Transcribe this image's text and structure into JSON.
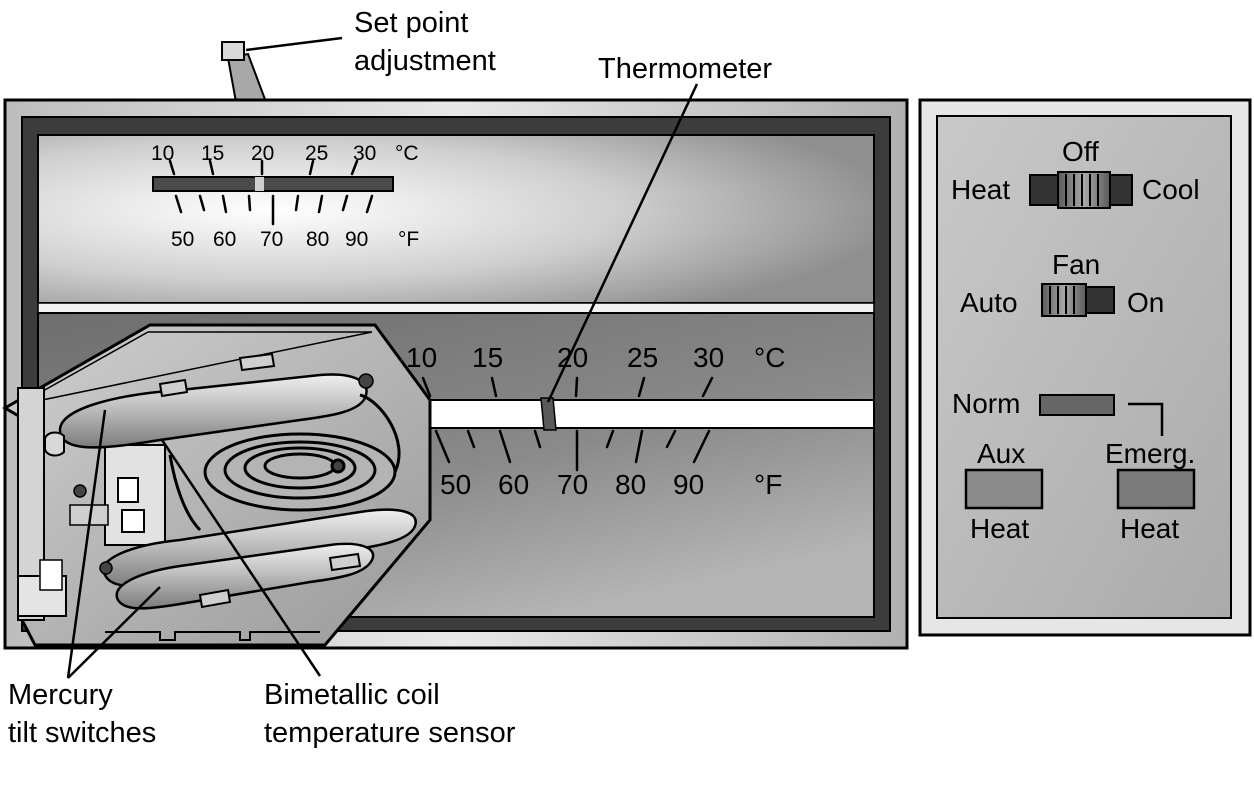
{
  "callouts": {
    "set_point": [
      "Set point",
      "adjustment"
    ],
    "thermometer": "Thermometer",
    "mercury": [
      "Mercury",
      "tilt switches"
    ],
    "bimetallic": [
      "Bimetallic coil",
      "temperature sensor"
    ]
  },
  "setpoint_scale": {
    "celsius_ticks": [
      "10",
      "15",
      "20",
      "25",
      "30"
    ],
    "celsius_unit": "°C",
    "fahrenheit_ticks": [
      "50",
      "60",
      "70",
      "80",
      "90"
    ],
    "fahrenheit_unit": "°F"
  },
  "thermometer_scale": {
    "celsius_ticks": [
      "10",
      "15",
      "20",
      "25",
      "30"
    ],
    "celsius_unit": "°C",
    "fahrenheit_ticks": [
      "50",
      "60",
      "70",
      "80",
      "90"
    ],
    "fahrenheit_unit": "°F"
  },
  "controls": {
    "system_switch": {
      "top": "Off",
      "left": "Heat",
      "right": "Cool"
    },
    "fan_switch": {
      "top": "Fan",
      "left": "Auto",
      "right": "On"
    },
    "norm_label": "Norm",
    "aux_heat": {
      "top": "Aux",
      "bottom": "Heat"
    },
    "emerg_heat": {
      "top": "Emerg.",
      "bottom": "Heat"
    }
  }
}
